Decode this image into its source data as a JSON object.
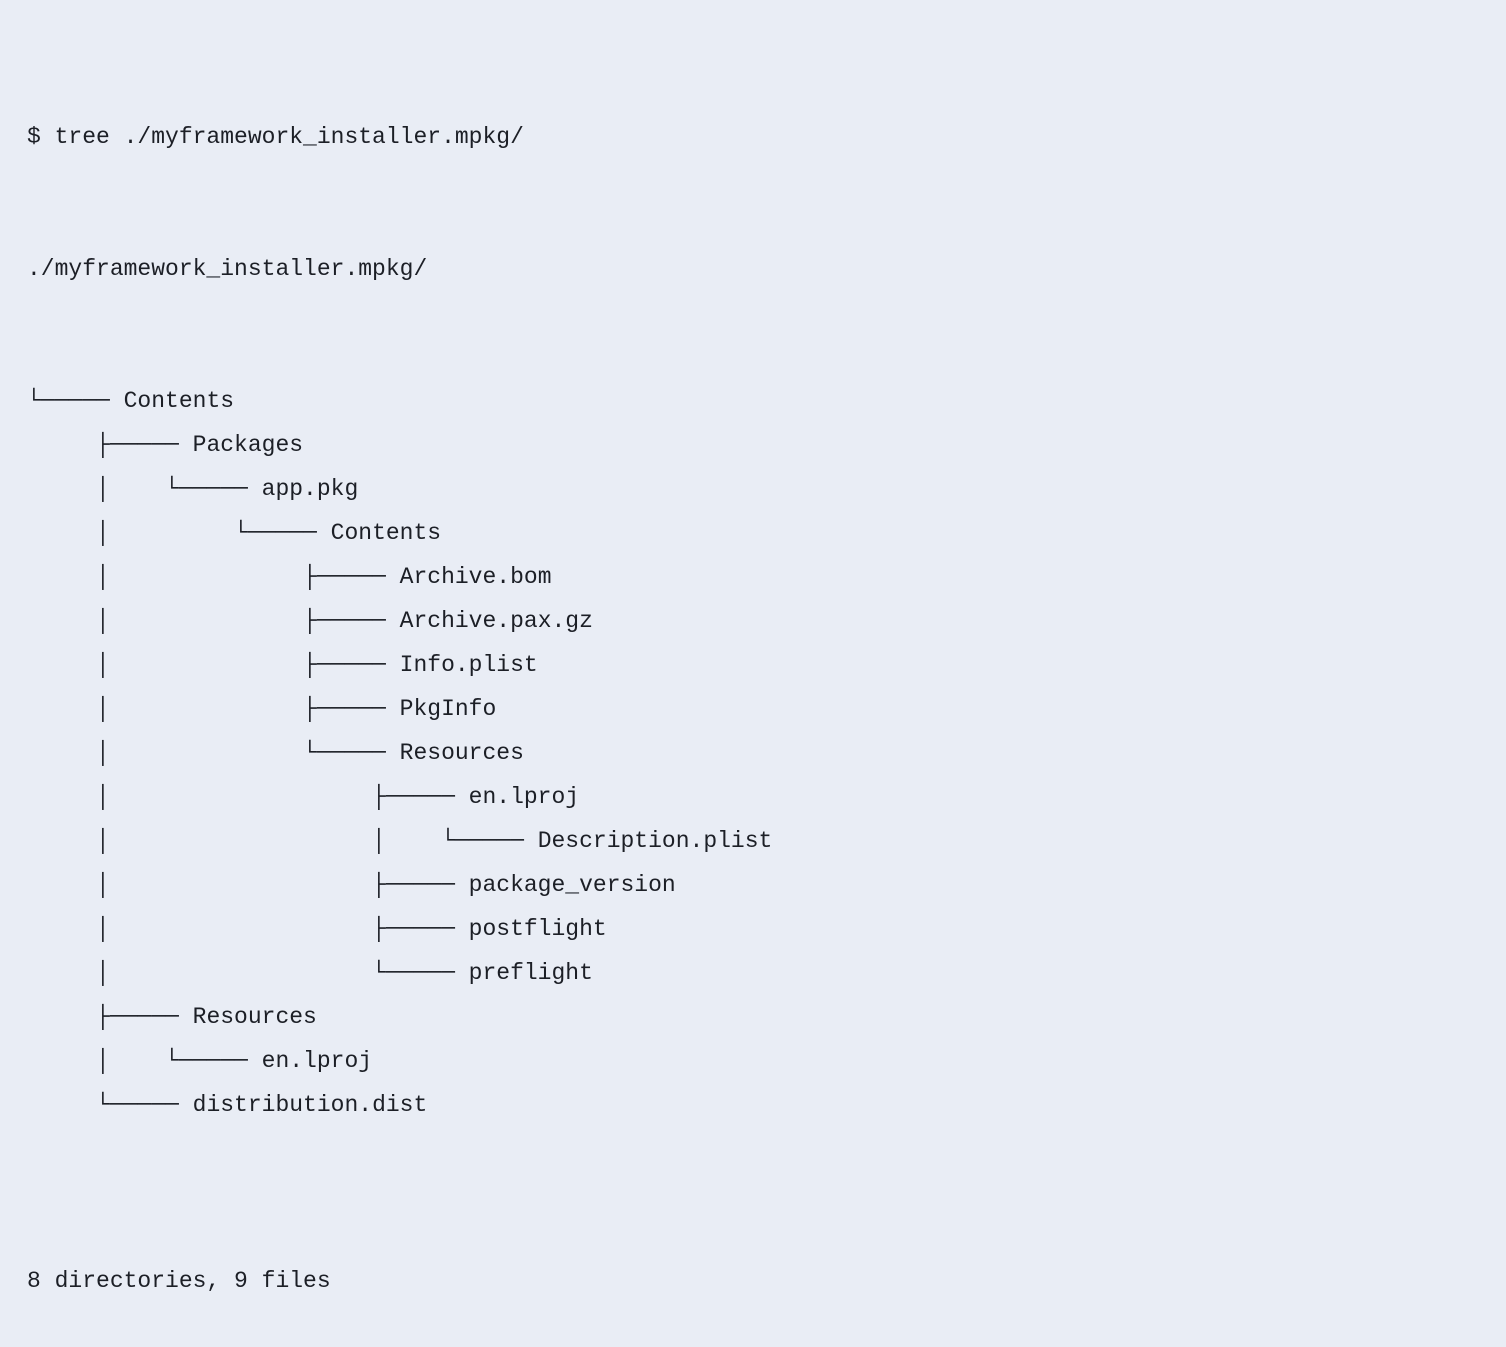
{
  "page": {
    "background_color": "#E9EDF5",
    "text_color": "#1C1F26"
  },
  "terminal": {
    "command_line": "$ tree ./myframework_installer.mpkg/",
    "tree_root": "./myframework_installer.mpkg/",
    "tree_entries": [
      {
        "prefix": "└───── ",
        "name": "Contents"
      },
      {
        "prefix": "     ├───── ",
        "name": "Packages"
      },
      {
        "prefix": "     │    └───── ",
        "name": "app.pkg"
      },
      {
        "prefix": "     │         └───── ",
        "name": "Contents"
      },
      {
        "prefix": "     │              ├───── ",
        "name": "Archive.bom"
      },
      {
        "prefix": "     │              ├───── ",
        "name": "Archive.pax.gz"
      },
      {
        "prefix": "     │              ├───── ",
        "name": "Info.plist"
      },
      {
        "prefix": "     │              ├───── ",
        "name": "PkgInfo"
      },
      {
        "prefix": "     │              └───── ",
        "name": "Resources"
      },
      {
        "prefix": "     │                   ├───── ",
        "name": "en.lproj"
      },
      {
        "prefix": "     │                   │    └───── ",
        "name": "Description.plist"
      },
      {
        "prefix": "     │                   ├───── ",
        "name": "package_version"
      },
      {
        "prefix": "     │                   ├───── ",
        "name": "postflight"
      },
      {
        "prefix": "     │                   └───── ",
        "name": "preflight"
      },
      {
        "prefix": "     ├───── ",
        "name": "Resources"
      },
      {
        "prefix": "     │    └───── ",
        "name": "en.lproj"
      },
      {
        "prefix": "     └───── ",
        "name": "distribution.dist"
      }
    ],
    "summary_line": "8 directories, 9 files"
  }
}
